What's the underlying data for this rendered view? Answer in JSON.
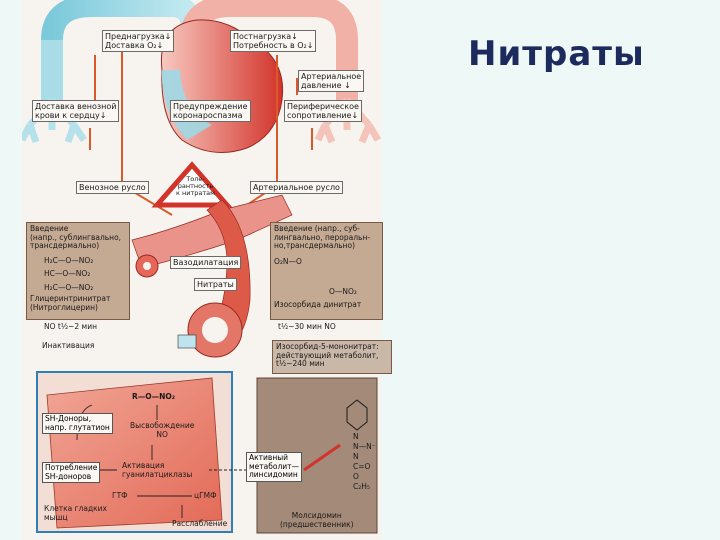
{
  "slide_title": "Нитраты",
  "top": {
    "preload": [
      "Преднагрузка↓",
      "Доставка O₂↓"
    ],
    "afterload": [
      "Постнагрузка↓",
      "Потребность в O₂↓"
    ],
    "arterial_pressure": [
      "Артериальное",
      "давление ↓"
    ],
    "venous_return": [
      "Доставка венозной",
      "крови к сердцу↓"
    ],
    "coronary": [
      "Предупреждение",
      "коронароспазма"
    ],
    "peripheral": [
      "Периферическое",
      "сопротивление↓"
    ],
    "venous_bed": "Венозное русло",
    "arterial_bed": "Артериальное русло",
    "tolerance": [
      "Толе-",
      "рантность",
      "к нитратам"
    ]
  },
  "middle": {
    "vasodilation": "Вазодилатация",
    "nitrates": "Нитраты",
    "left_panel": {
      "intro": [
        "Введение",
        "(напр., сублингвально,",
        "трансдермально)"
      ],
      "formula": [
        "H₂C—O—NO₂",
        "HC—O—NO₂",
        "H₂C—O—NO₂"
      ],
      "name": [
        "Глицеринтринитрат",
        "(Нитроглицерин)"
      ]
    },
    "left_half_life": "NO    t½~2 мин",
    "inactivation": "Инактивация",
    "right_panel": {
      "intro": [
        "Введение (напр., суб-",
        "лингвально, пероральн-",
        "но,трансдермально)"
      ],
      "formula_label": "O₂N—O",
      "ring_no2": "O—NO₂",
      "name": "Изосорбида динитрат"
    },
    "right_half_life": "t½~30 мин  NO",
    "mononitrate": [
      "Изосорбид-5-мононитрат:",
      "действующий метаболит,",
      "t½~240 мин"
    ]
  },
  "bottom": {
    "formula": "R—O—NO₂",
    "sh_donors": [
      "SH-Доноры,",
      "напр. глутатион"
    ],
    "release": [
      "Высвобождение",
      "NO"
    ],
    "sh_consumption": [
      "Потребление",
      "SH-доноров"
    ],
    "activation": [
      "Активация",
      "гуанилатциклазы"
    ],
    "gtp": "ГТФ",
    "cgmp": "цГМФ",
    "cell": [
      "Клетка гладких",
      "мышц"
    ],
    "relaxation": "Расслабление",
    "active_metabolite": [
      "Активный",
      "метаболит—",
      "линсидомин"
    ],
    "molsidomine_formula": [
      "N",
      "N—N⁻",
      "N",
      "C=O",
      "O",
      "C₂H₅"
    ],
    "molsidomine": [
      "Молсидомин",
      "(предшественник)"
    ]
  },
  "colors": {
    "background": "#eef8f7",
    "title": "#1c2a5e",
    "venous": "#9fd8e4",
    "arterial": "#e04a3a",
    "panel": "#c4a993"
  }
}
